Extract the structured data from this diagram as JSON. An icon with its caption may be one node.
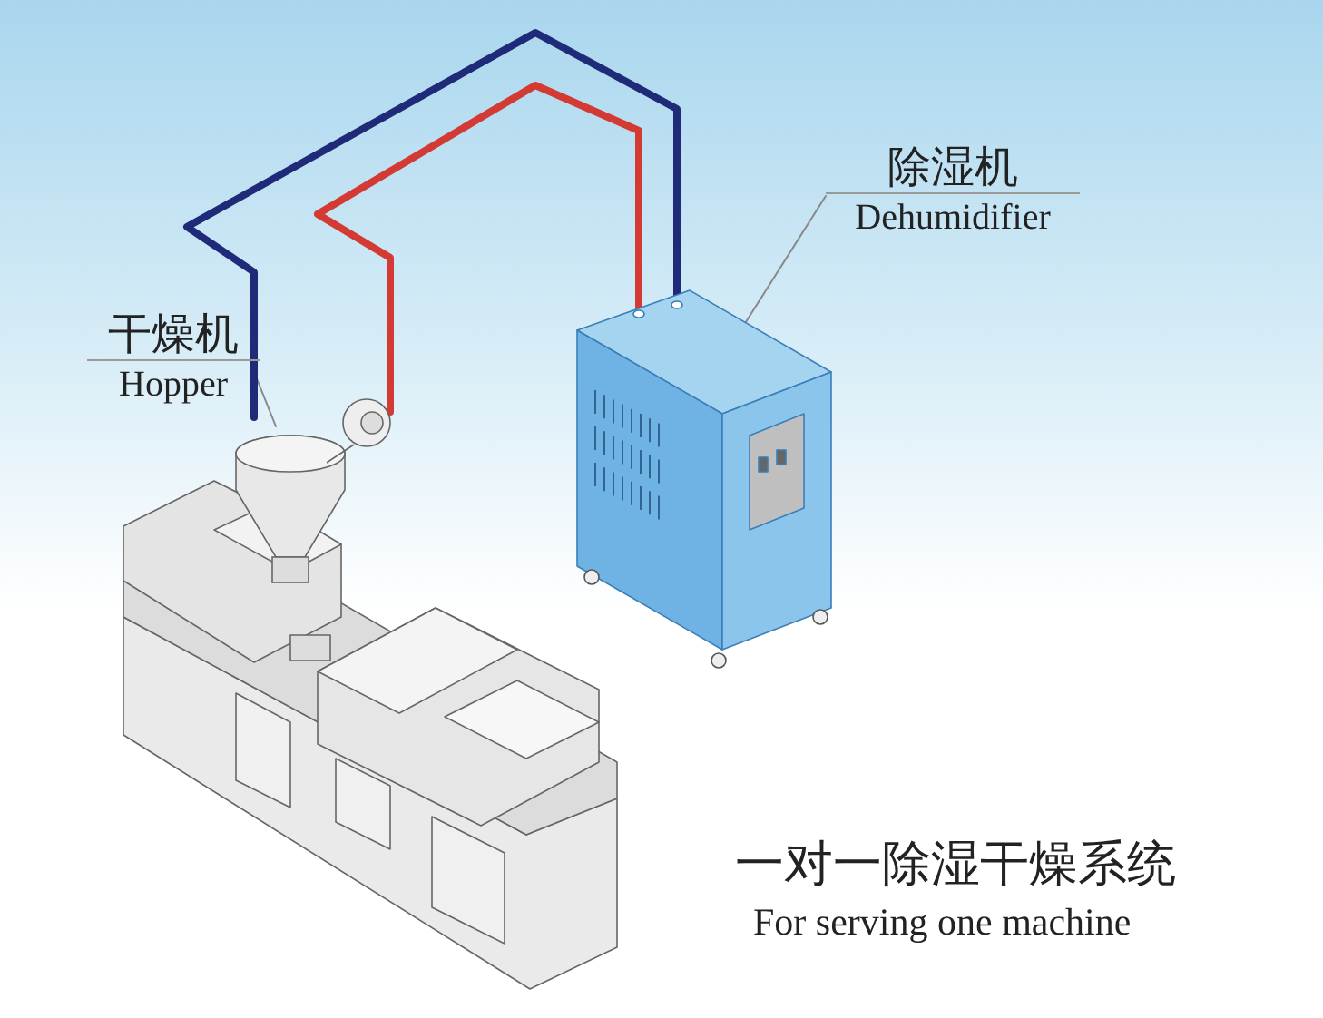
{
  "diagram": {
    "nodes": [
      {
        "text": [
          "干燥机",
          "Hopper"
        ]
      },
      {
        "text": [
          "除湿机",
          "Dehumidifier"
        ]
      },
      {
        "text": [],
        "shape": "picture"
      },
      {
        "text": [],
        "shape": "picture"
      }
    ],
    "edges": [
      {
        "from": 0,
        "to": 2,
        "arrow": "none"
      },
      {
        "from": 1,
        "to": 3,
        "arrow": "none"
      },
      {
        "from": 3,
        "to": 2,
        "arrow": "none",
        "style": "thick",
        "color": "#1f2a78"
      },
      {
        "from": 3,
        "to": 2,
        "arrow": "none",
        "style": "thick",
        "color": "#d33a33"
      }
    ],
    "labels": [
      "一对一除湿干燥系统",
      "For serving one machine"
    ]
  }
}
